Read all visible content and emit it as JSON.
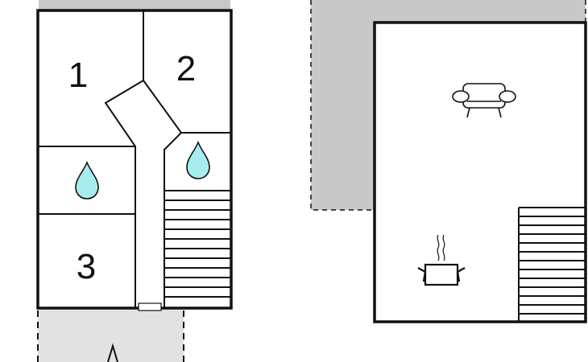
{
  "floor_plan": {
    "left_floor": {
      "rooms": [
        {
          "id": "bedroom-1",
          "number": "1"
        },
        {
          "id": "bedroom-2",
          "number": "2"
        },
        {
          "id": "bedroom-3",
          "number": "3"
        }
      ],
      "bathrooms": [
        {
          "id": "bathroom-left",
          "icon": "water-drop-icon"
        },
        {
          "id": "bathroom-right",
          "icon": "water-drop-icon"
        }
      ],
      "features": [
        "hallway",
        "staircase",
        "door-mat",
        "outdoor-terrace",
        "entrance-arrow-icon"
      ]
    },
    "right_floor": {
      "features": [
        "sofa-icon",
        "cooking-pot-icon",
        "staircase",
        "terrace"
      ]
    },
    "colors": {
      "wall": "#111111",
      "outdoor": "#c8c8c8",
      "outdoor_light": "#e2e2e2",
      "water": "#a8ecf0",
      "background": "#ffffff"
    }
  }
}
